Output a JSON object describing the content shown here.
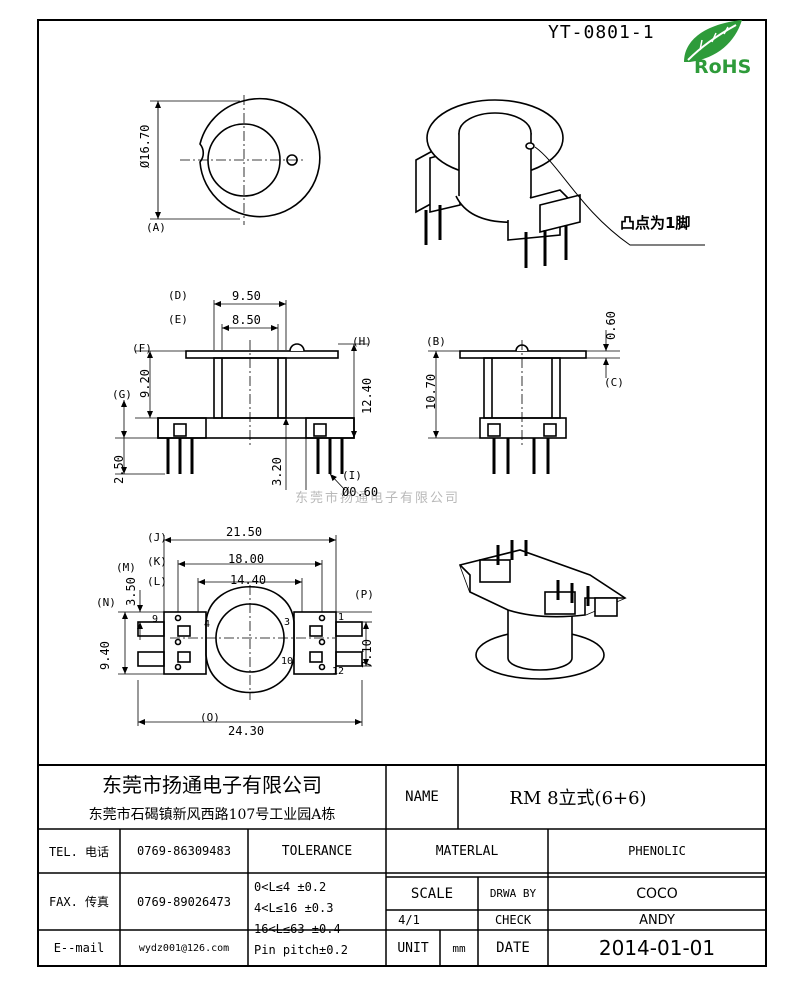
{
  "header": {
    "drawing_number": "YT-0801-1",
    "rohs_logo_text": "RoHS"
  },
  "notes": {
    "pin1_callout": "凸点为1脚",
    "watermark": "东莞市扬通电子有限公司"
  },
  "top_view": {
    "diameter": "Ø16.70",
    "ref_a": "(A)"
  },
  "front_view": {
    "ref_d": "(D)",
    "dim_d": "9.50",
    "ref_e": "(E)",
    "dim_e": "8.50",
    "ref_f": "(F)",
    "ref_g": "(G)",
    "dim_g": "9.20",
    "ref_h": "(H)",
    "dim_h": "12.40",
    "dim_pin_len": "2.50",
    "dim_stand": "3.20",
    "ref_i": "(I)",
    "dim_i": "Ø0.60"
  },
  "side_view": {
    "ref_b": "(B)",
    "dim_b": "10.70",
    "dim_top": "0.60",
    "ref_c": "(C)"
  },
  "bottom_view": {
    "ref_j": "(J)",
    "dim_j": "21.50",
    "ref_k": "(K)",
    "dim_k": "18.00",
    "ref_l": "(L)",
    "dim_l": "14.40",
    "ref_m": "(M)",
    "dim_m": "3.50",
    "ref_n": "(N)",
    "dim_n": "9.40",
    "ref_p": "(P)",
    "dim_p": "7.10",
    "ref_o": "(O)",
    "dim_o": "24.30",
    "pin_labels": {
      "p1": "1",
      "p3": "3",
      "p4": "4",
      "p9": "9",
      "p10": "10",
      "p12": "12"
    }
  },
  "title_block": {
    "company": "东莞市扬通电子有限公司",
    "address": "东莞市石碣镇新风西路107号工业园A栋",
    "name_label": "NAME",
    "name_value": "RM 8立式(6+6)",
    "tel_label": "TEL. 电话",
    "tel_value": "0769-86309483",
    "tolerance_label": "TOLERANCE",
    "material_label": "MATERLAL",
    "material_value": "PHENOLIC",
    "fax_label": "FAX. 传真",
    "fax_value": "0769-89026473",
    "tol_line1": "0<L≤4   ±0.2",
    "tol_line2": "4<L≤16  ±0.3",
    "tol_line3": "16<L≤63 ±0.4",
    "tol_line4": "Pin pitch±0.2",
    "scale_label": "SCALE",
    "scale_value": "4/1",
    "drawn_label": "DRWA BY",
    "drawn_value": "COCO",
    "check_label": "CHECK",
    "check_value": "ANDY",
    "email_label": "E--mail",
    "email_value": "wydz001@126.com",
    "unit_label": "UNIT",
    "unit_value": "mm",
    "date_label": "DATE",
    "date_value": "2014-01-01"
  },
  "colors": {
    "rohs_green": "#2e9b3a",
    "watermark": "#b9b9b9"
  }
}
